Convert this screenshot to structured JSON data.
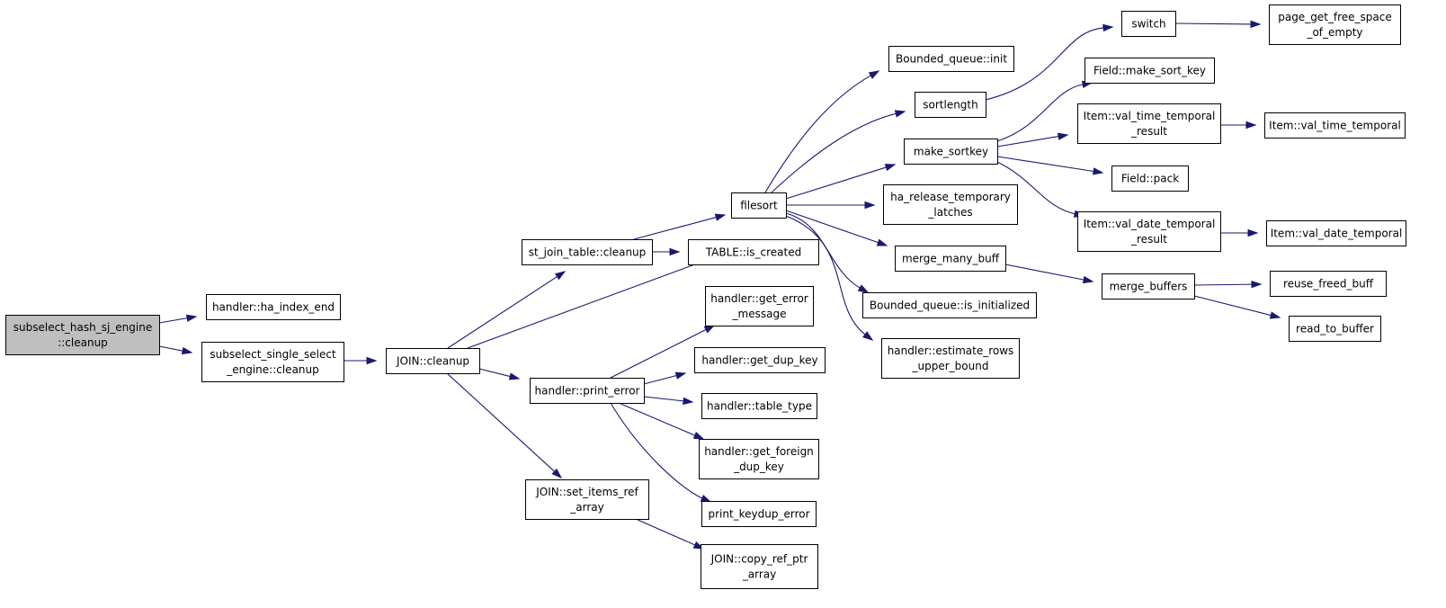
{
  "graph": {
    "nodes": [
      {
        "id": "root",
        "label": [
          "subselect_hash_sj_engine",
          "::cleanup"
        ],
        "highlighted": true
      },
      {
        "id": "ha_index_end",
        "label": [
          "handler::ha_index_end"
        ]
      },
      {
        "id": "single_cleanup",
        "label": [
          "subselect_single_select",
          "_engine::cleanup"
        ]
      },
      {
        "id": "join_cleanup",
        "label": [
          "JOIN::cleanup"
        ]
      },
      {
        "id": "st_join_cleanup",
        "label": [
          "st_join_table::cleanup"
        ]
      },
      {
        "id": "print_error",
        "label": [
          "handler::print_error"
        ]
      },
      {
        "id": "set_items_ref",
        "label": [
          "JOIN::set_items_ref",
          "_array"
        ]
      },
      {
        "id": "filesort",
        "label": [
          "filesort"
        ]
      },
      {
        "id": "is_created",
        "label": [
          "TABLE::is_created"
        ]
      },
      {
        "id": "get_error_message",
        "label": [
          "handler::get_error",
          "_message"
        ]
      },
      {
        "id": "get_dup_key",
        "label": [
          "handler::get_dup_key"
        ]
      },
      {
        "id": "table_type",
        "label": [
          "handler::table_type"
        ]
      },
      {
        "id": "get_foreign_dup_key",
        "label": [
          "handler::get_foreign",
          "_dup_key"
        ]
      },
      {
        "id": "print_keydup_error",
        "label": [
          "print_keydup_error"
        ]
      },
      {
        "id": "copy_ref_ptr",
        "label": [
          "JOIN::copy_ref_ptr",
          "_array"
        ]
      },
      {
        "id": "bq_init",
        "label": [
          "Bounded_queue::init"
        ]
      },
      {
        "id": "sortlength",
        "label": [
          "sortlength"
        ]
      },
      {
        "id": "make_sortkey",
        "label": [
          "make_sortkey"
        ]
      },
      {
        "id": "ha_release",
        "label": [
          "ha_release_temporary",
          "_latches"
        ]
      },
      {
        "id": "merge_many_buff",
        "label": [
          "merge_many_buff"
        ]
      },
      {
        "id": "bq_is_init",
        "label": [
          "Bounded_queue::is_initialized"
        ]
      },
      {
        "id": "estimate_rows",
        "label": [
          "handler::estimate_rows",
          "_upper_bound"
        ]
      },
      {
        "id": "switch",
        "label": [
          "switch"
        ]
      },
      {
        "id": "page_get_free",
        "label": [
          "page_get_free_space",
          "_of_empty"
        ]
      },
      {
        "id": "make_sort_key",
        "label": [
          "Field::make_sort_key"
        ]
      },
      {
        "id": "val_time_result",
        "label": [
          "Item::val_time_temporal",
          "_result"
        ]
      },
      {
        "id": "val_time",
        "label": [
          "Item::val_time_temporal"
        ]
      },
      {
        "id": "field_pack",
        "label": [
          "Field::pack"
        ]
      },
      {
        "id": "val_date_result",
        "label": [
          "Item::val_date_temporal",
          "_result"
        ]
      },
      {
        "id": "val_date",
        "label": [
          "Item::val_date_temporal"
        ]
      },
      {
        "id": "merge_buffers",
        "label": [
          "merge_buffers"
        ]
      },
      {
        "id": "reuse_freed",
        "label": [
          "reuse_freed_buff"
        ]
      },
      {
        "id": "read_to_buffer",
        "label": [
          "read_to_buffer"
        ]
      }
    ],
    "edges": [
      {
        "from": "root",
        "to": "ha_index_end"
      },
      {
        "from": "root",
        "to": "single_cleanup"
      },
      {
        "from": "single_cleanup",
        "to": "join_cleanup"
      },
      {
        "from": "join_cleanup",
        "to": "st_join_cleanup"
      },
      {
        "from": "join_cleanup",
        "to": "is_created"
      },
      {
        "from": "join_cleanup",
        "to": "print_error"
      },
      {
        "from": "join_cleanup",
        "to": "set_items_ref"
      },
      {
        "from": "st_join_cleanup",
        "to": "filesort"
      },
      {
        "from": "st_join_cleanup",
        "to": "is_created"
      },
      {
        "from": "print_error",
        "to": "get_error_message"
      },
      {
        "from": "print_error",
        "to": "get_dup_key"
      },
      {
        "from": "print_error",
        "to": "table_type"
      },
      {
        "from": "print_error",
        "to": "get_foreign_dup_key"
      },
      {
        "from": "print_error",
        "to": "print_keydup_error"
      },
      {
        "from": "set_items_ref",
        "to": "copy_ref_ptr"
      },
      {
        "from": "filesort",
        "to": "bq_init"
      },
      {
        "from": "filesort",
        "to": "sortlength"
      },
      {
        "from": "filesort",
        "to": "make_sortkey"
      },
      {
        "from": "filesort",
        "to": "ha_release"
      },
      {
        "from": "filesort",
        "to": "merge_many_buff"
      },
      {
        "from": "filesort",
        "to": "bq_is_init"
      },
      {
        "from": "filesort",
        "to": "estimate_rows"
      },
      {
        "from": "sortlength",
        "to": "switch"
      },
      {
        "from": "switch",
        "to": "page_get_free"
      },
      {
        "from": "make_sortkey",
        "to": "make_sort_key"
      },
      {
        "from": "make_sortkey",
        "to": "val_time_result"
      },
      {
        "from": "make_sortkey",
        "to": "field_pack"
      },
      {
        "from": "make_sortkey",
        "to": "val_date_result"
      },
      {
        "from": "val_time_result",
        "to": "val_time"
      },
      {
        "from": "val_date_result",
        "to": "val_date"
      },
      {
        "from": "merge_many_buff",
        "to": "merge_buffers"
      },
      {
        "from": "merge_buffers",
        "to": "reuse_freed"
      },
      {
        "from": "merge_buffers",
        "to": "read_to_buffer"
      }
    ]
  },
  "colors": {
    "edge": "#191970",
    "node_border": "#000000",
    "node_fill": "#ffffff",
    "root_fill": "#bfbfbf",
    "background": "#ffffff"
  }
}
